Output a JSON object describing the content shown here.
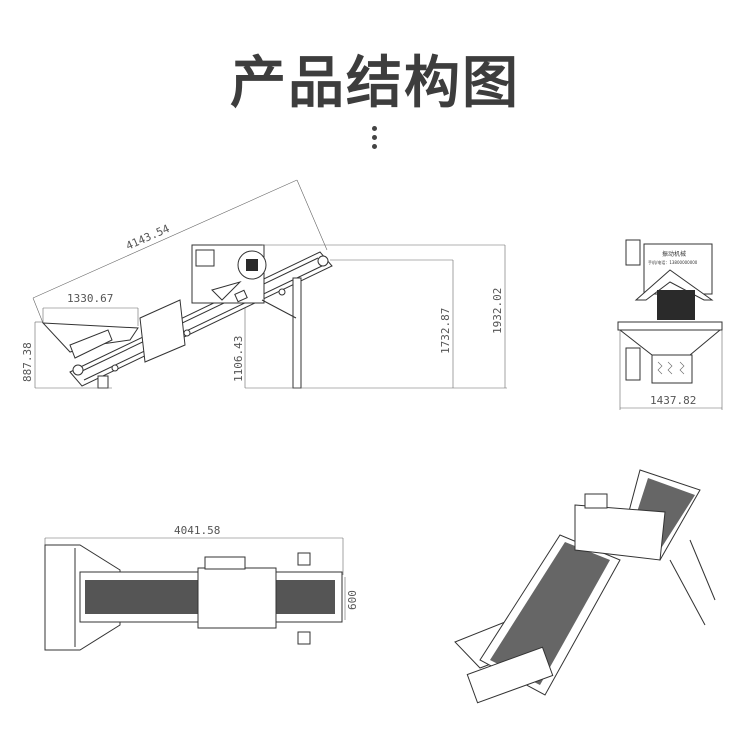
{
  "title": "产品结构图",
  "side_view": {
    "overall_length": "4143.54",
    "hopper_length": "1330.67",
    "inlet_height": "887.38",
    "support_height": "1106.43",
    "discharge_height": "1732.87",
    "total_height": "1932.02"
  },
  "front_view": {
    "width": "1437.82",
    "plate_text_1": "振动机械",
    "plate_text_2": "手机/电话：13800000000"
  },
  "top_view": {
    "length": "4041.58",
    "belt_width": "600"
  }
}
